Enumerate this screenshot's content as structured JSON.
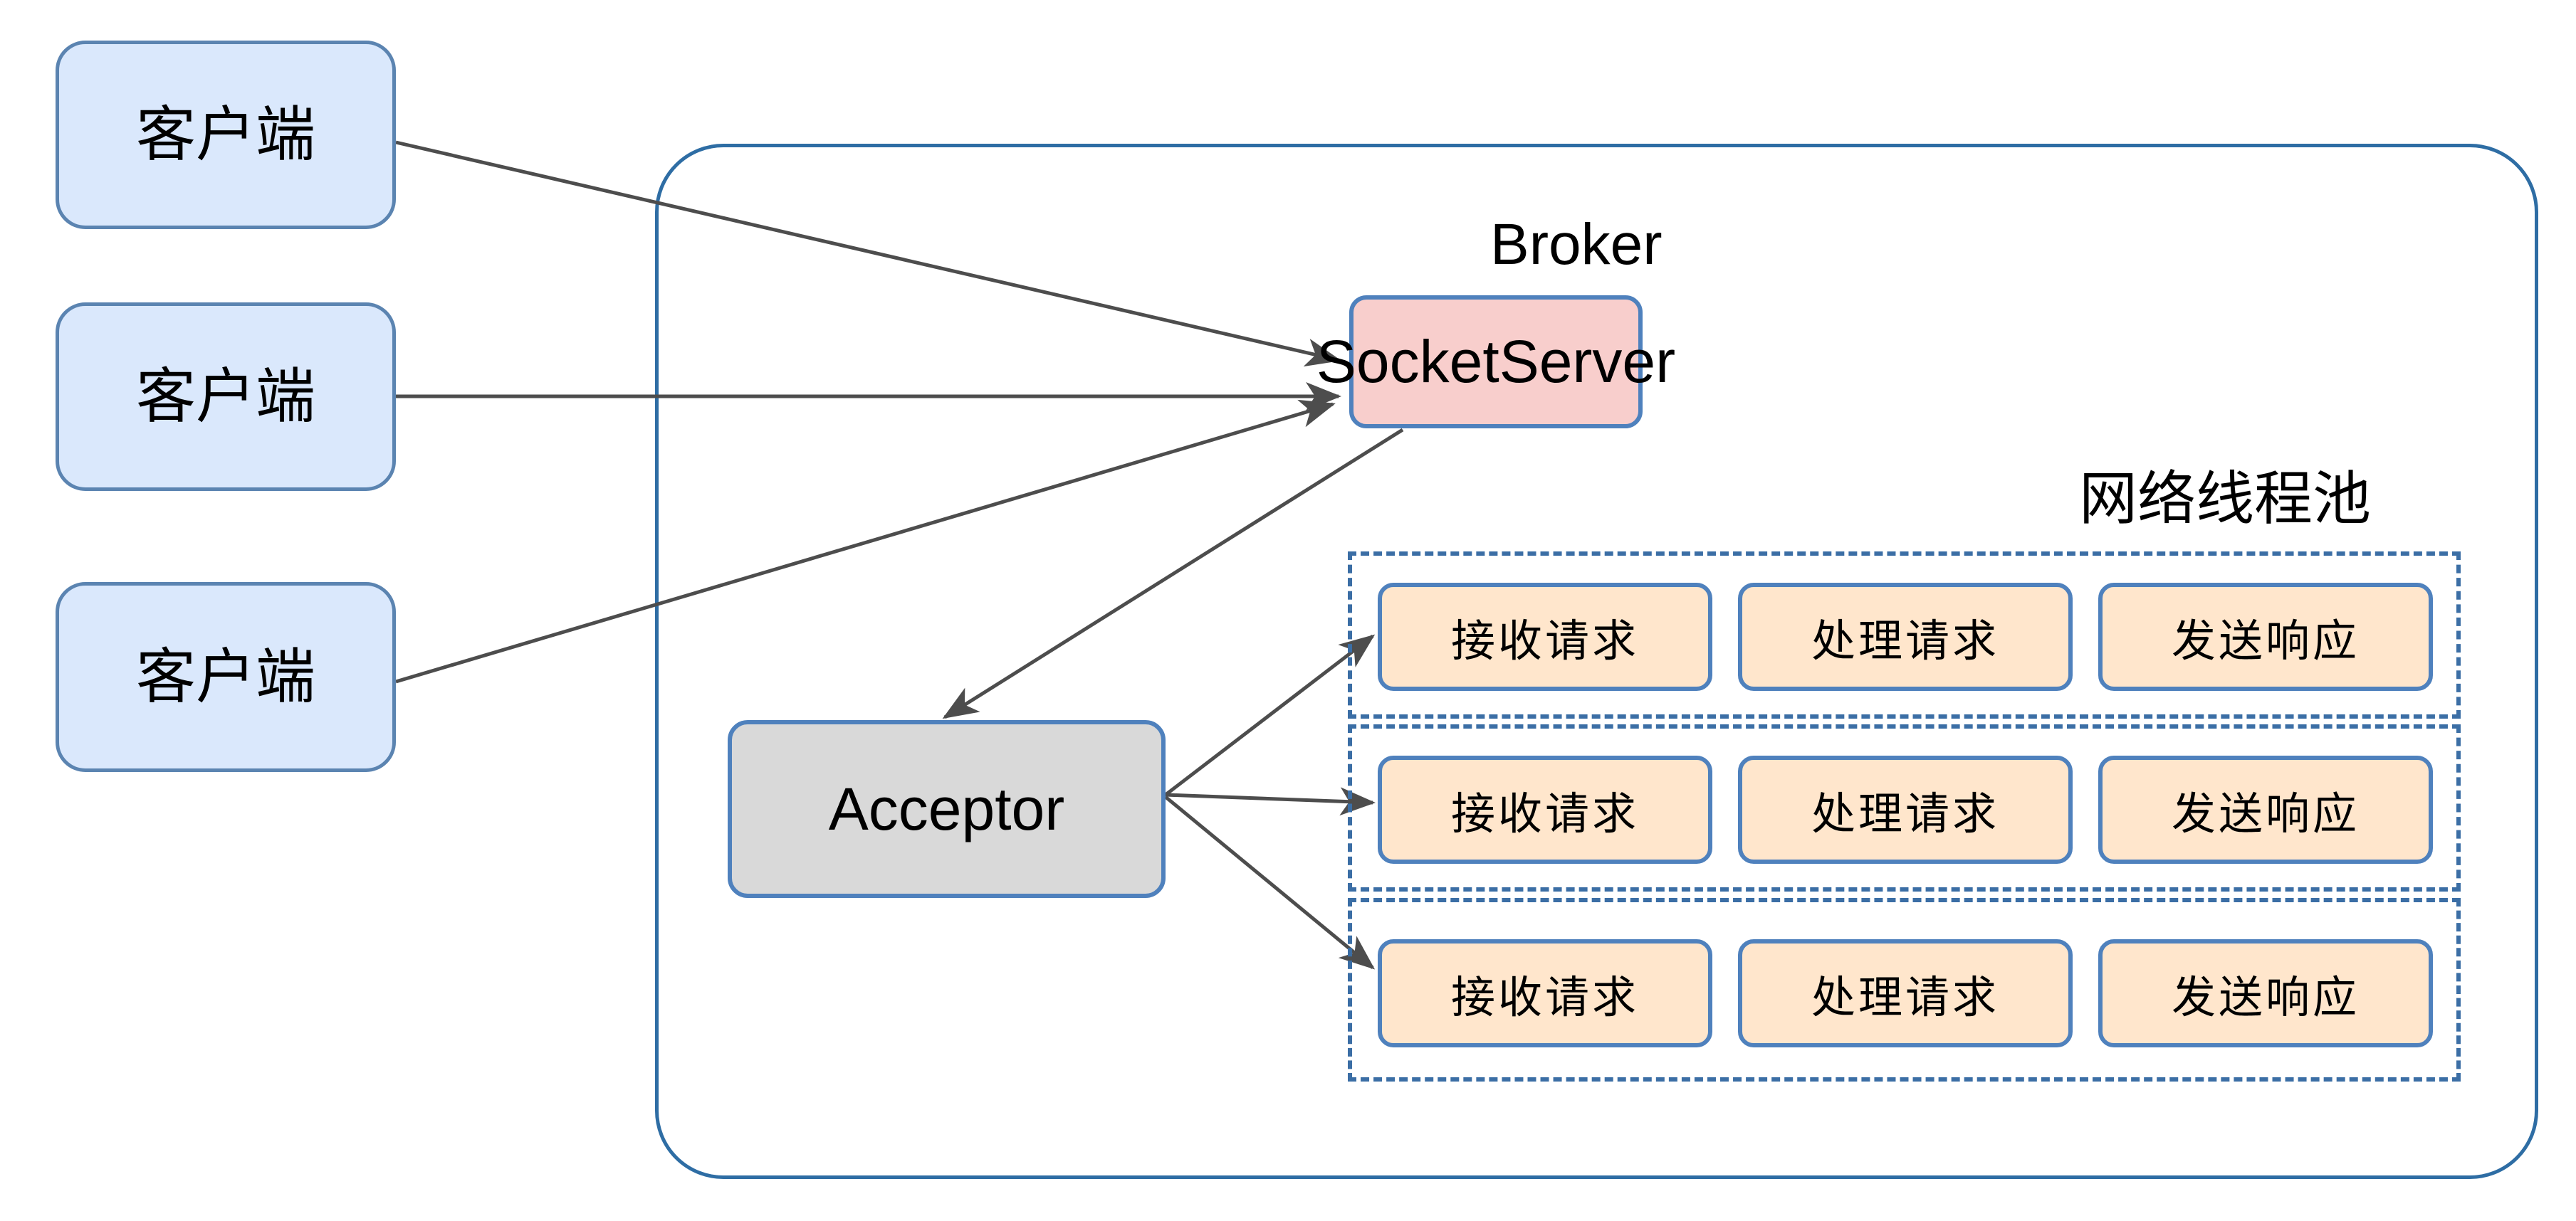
{
  "diagram": {
    "title": "Kafka Broker SocketServer network thread pool diagram",
    "colors": {
      "client_fill": "#dae8fc",
      "client_stroke": "#5b84b1",
      "socketserver_fill": "#f8cecc",
      "acceptor_fill": "#d9d9d9",
      "stage_fill": "#ffe6cc",
      "box_stroke": "#4f81bd",
      "container_stroke": "#2e6da4",
      "dashed_stroke": "#3b6ea5",
      "edge_stroke": "#4d4d4d",
      "text": "#000000",
      "background": "#ffffff"
    },
    "clients": [
      {
        "label": "客户端"
      },
      {
        "label": "客户端"
      },
      {
        "label": "客户端"
      }
    ],
    "broker": {
      "label": "Broker",
      "socketserver": {
        "label": "SocketServer"
      },
      "acceptor": {
        "label": "Acceptor"
      },
      "thread_pool": {
        "label": "网络线程池",
        "rows": [
          {
            "stages": [
              "接收请求",
              "处理请求",
              "发送响应"
            ]
          },
          {
            "stages": [
              "接收请求",
              "处理请求",
              "发送响应"
            ]
          },
          {
            "stages": [
              "接收请求",
              "处理请求",
              "发送响应"
            ]
          }
        ]
      }
    },
    "edges": [
      {
        "from": "client-1",
        "to": "socketserver",
        "arrow": "single"
      },
      {
        "from": "client-2",
        "to": "socketserver",
        "arrow": "single"
      },
      {
        "from": "client-3",
        "to": "socketserver",
        "arrow": "single"
      },
      {
        "from": "socketserver",
        "to": "acceptor",
        "arrow": "single"
      },
      {
        "from": "acceptor",
        "to": "thread-row-1-receive",
        "arrow": "single"
      },
      {
        "from": "acceptor",
        "to": "thread-row-2-receive",
        "arrow": "single"
      },
      {
        "from": "acceptor",
        "to": "thread-row-3-receive",
        "arrow": "single"
      }
    ]
  }
}
